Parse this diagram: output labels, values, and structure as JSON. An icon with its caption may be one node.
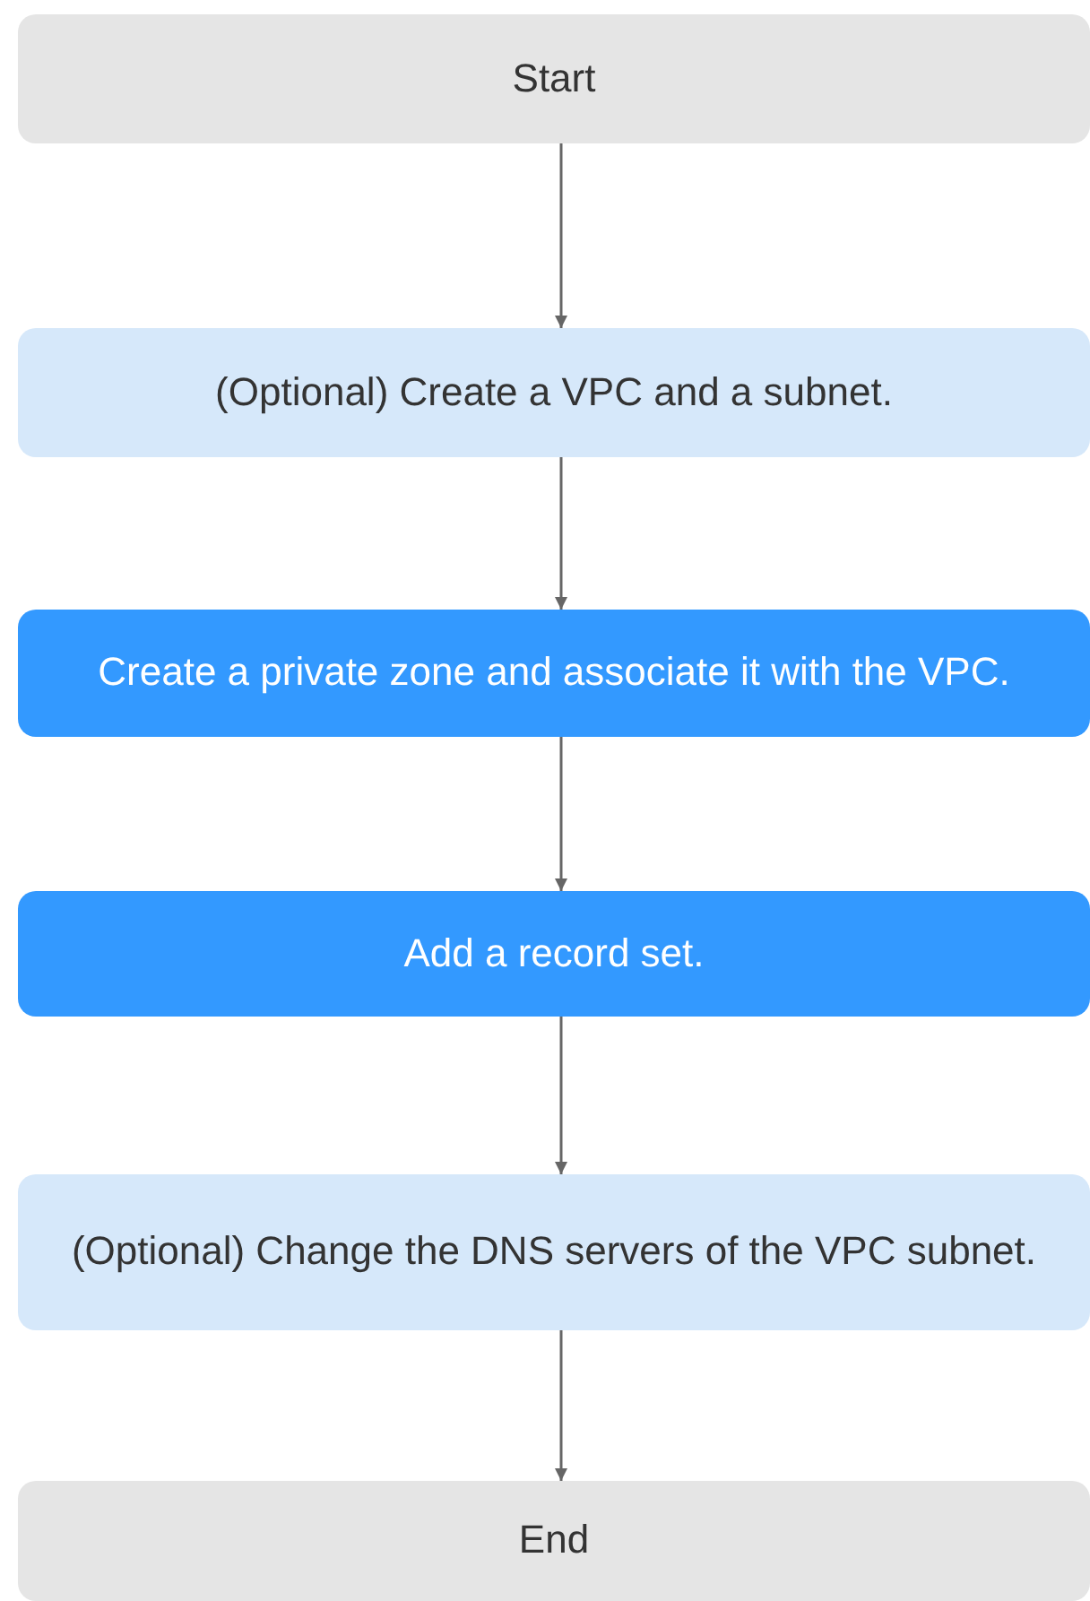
{
  "diagram": {
    "nodes": [
      {
        "text": [
          "Start"
        ]
      },
      {
        "text": [
          "(Optional) Create a VPC and a subnet."
        ]
      },
      {
        "text": [
          "Create a private zone and associate it with the VPC."
        ]
      },
      {
        "text": [
          "Add a record set."
        ]
      },
      {
        "text": [
          "(Optional) Change the DNS servers of the VPC subnet."
        ]
      },
      {
        "text": [
          "End"
        ]
      }
    ],
    "edges": [
      {
        "from": 0,
        "to": 1,
        "arrow": "to"
      },
      {
        "from": 1,
        "to": 2,
        "arrow": "to"
      },
      {
        "from": 2,
        "to": 3,
        "arrow": "to"
      },
      {
        "from": 3,
        "to": 4,
        "arrow": "to"
      },
      {
        "from": 4,
        "to": 5,
        "arrow": "to"
      }
    ]
  }
}
